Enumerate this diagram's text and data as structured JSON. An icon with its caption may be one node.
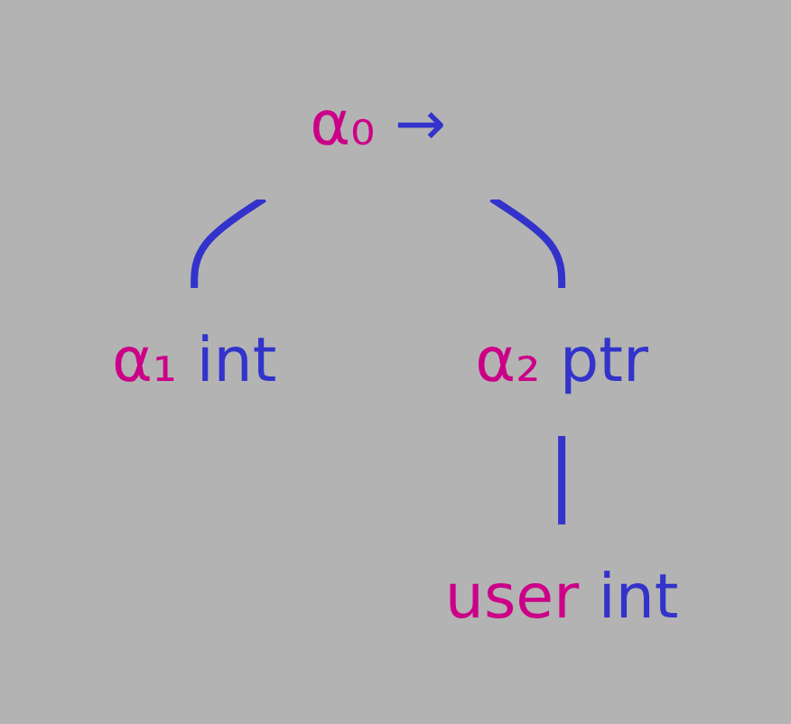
{
  "diagram": {
    "nodes": [
      {
        "text": [
          "α₀",
          "→"
        ]
      },
      {
        "text": [
          "α₁",
          "int"
        ]
      },
      {
        "text": [
          "α₂",
          "ptr"
        ]
      },
      {
        "text": [
          "user",
          "int"
        ]
      }
    ],
    "edges": [
      {
        "from": 0,
        "to": 1,
        "arrow": "none"
      },
      {
        "from": 0,
        "to": 2,
        "arrow": "none"
      },
      {
        "from": 2,
        "to": 3,
        "arrow": "none"
      }
    ]
  }
}
